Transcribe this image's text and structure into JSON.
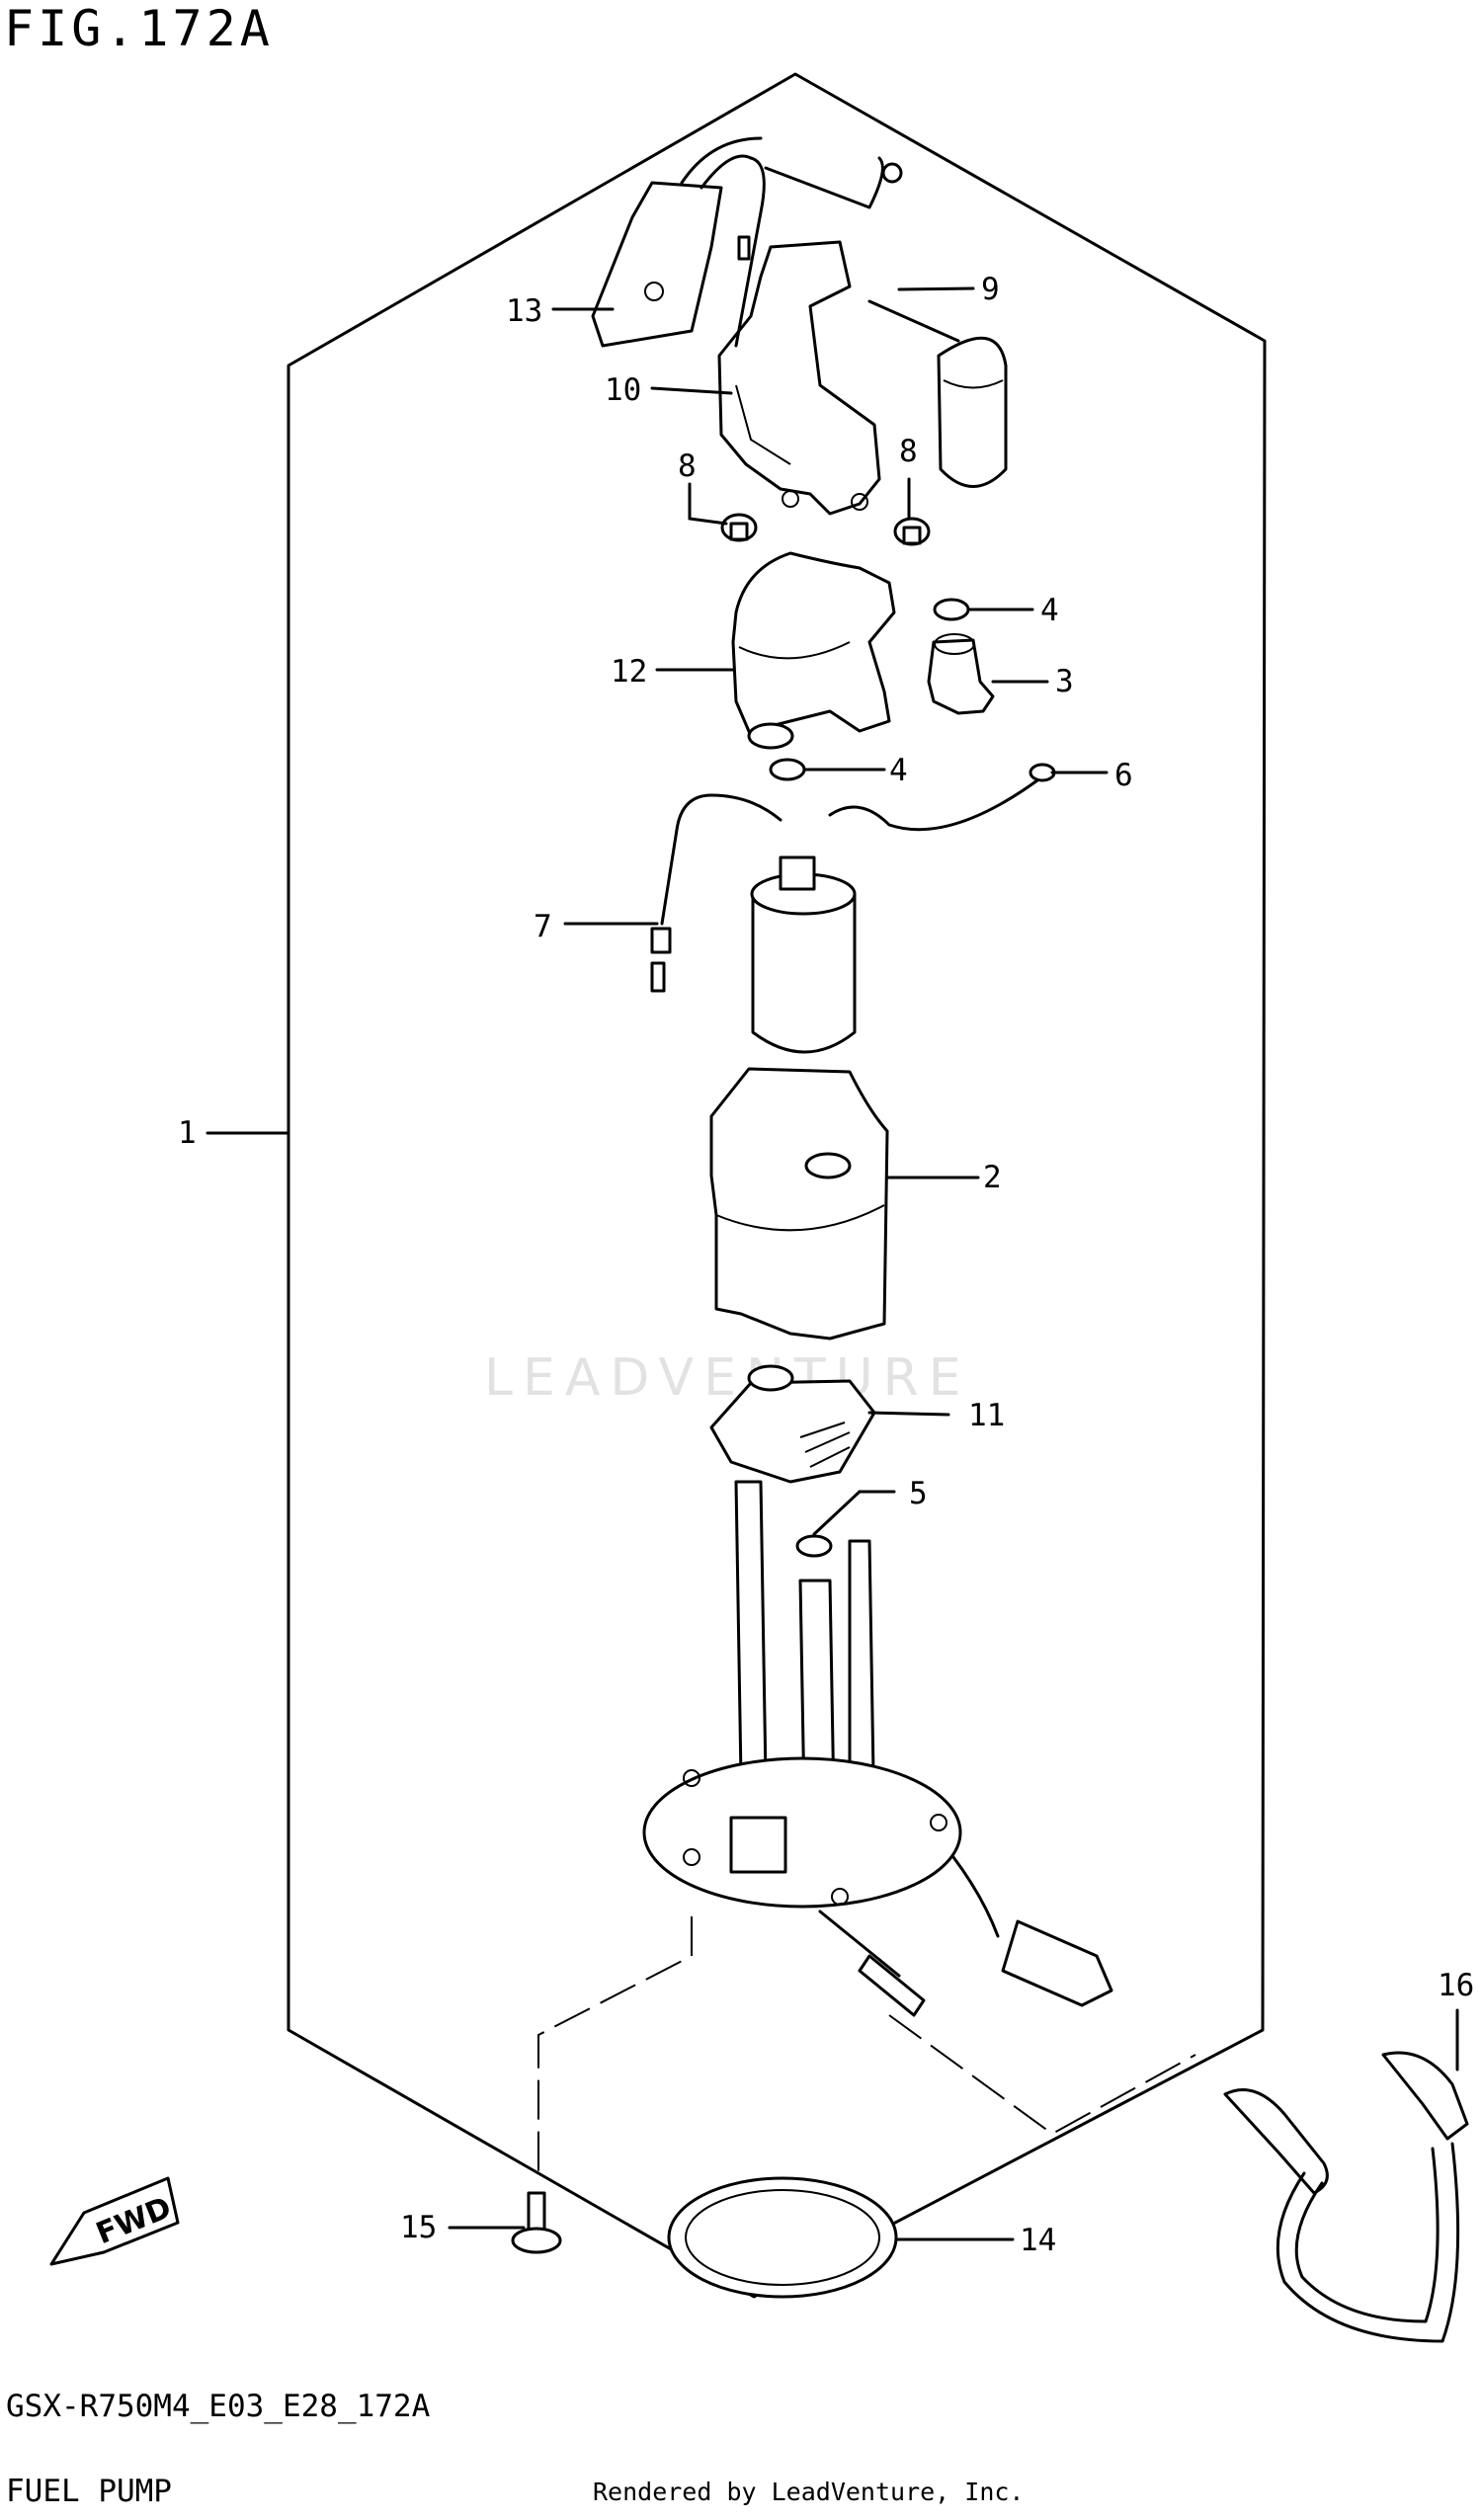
{
  "header": {
    "figure_title": "FIG.172A"
  },
  "footer": {
    "model_code": "GSX-R750M4_E03_E28_172A",
    "page_name": "FUEL PUMP",
    "credit": "Rendered by LeadVenture, Inc."
  },
  "watermark": "LEADVENTURE",
  "badge": {
    "fwd": "FWD"
  },
  "callouts": [
    "1",
    "2",
    "3",
    "4",
    "4",
    "5",
    "6",
    "7",
    "8",
    "8",
    "9",
    "10",
    "11",
    "12",
    "13",
    "14",
    "15",
    "16"
  ]
}
